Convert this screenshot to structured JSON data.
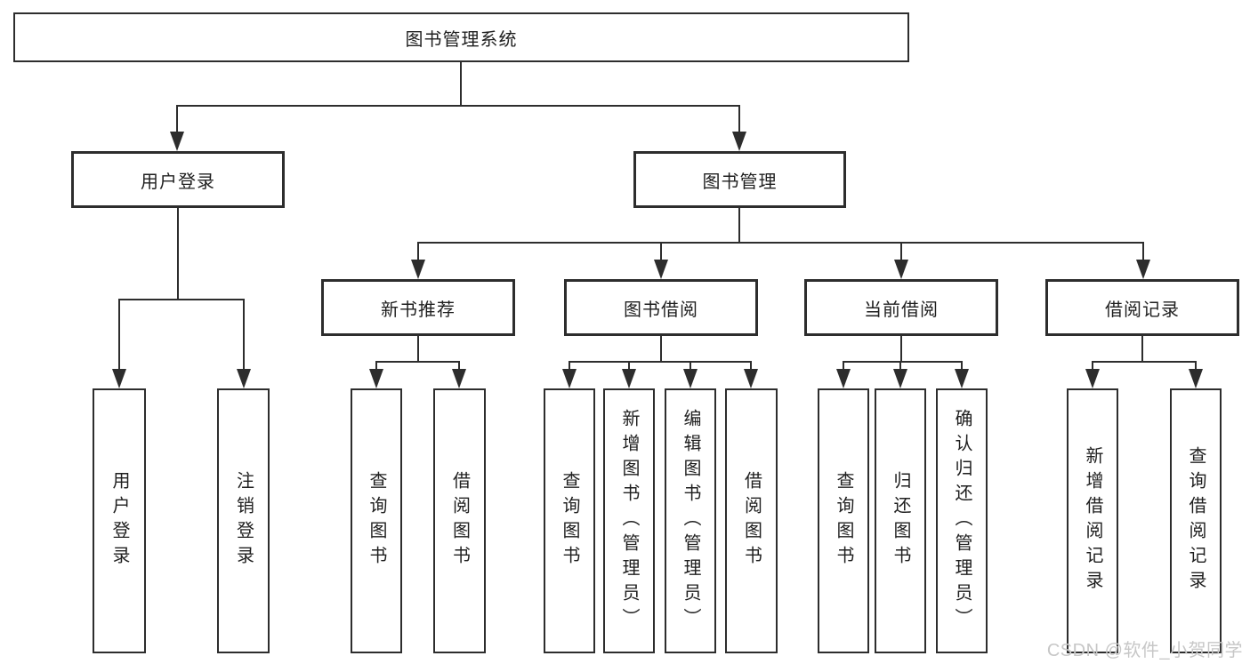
{
  "diagram": {
    "root": {
      "label": "图书管理系统"
    },
    "level2": [
      {
        "label": "用户登录"
      },
      {
        "label": "图书管理"
      }
    ],
    "level3": [
      {
        "label": "新书推荐"
      },
      {
        "label": "图书借阅"
      },
      {
        "label": "当前借阅"
      },
      {
        "label": "借阅记录"
      }
    ],
    "leaves": [
      {
        "label": "用户登录"
      },
      {
        "label": "注销登录"
      },
      {
        "label": "查询图书"
      },
      {
        "label": "借阅图书"
      },
      {
        "label": "查询图书"
      },
      {
        "label": "新增图书（管理员）"
      },
      {
        "label": "编辑图书（管理员）"
      },
      {
        "label": "借阅图书"
      },
      {
        "label": "查询图书"
      },
      {
        "label": "归还图书"
      },
      {
        "label": "确认归还（管理员）"
      },
      {
        "label": "新增借阅记录"
      },
      {
        "label": "查询借阅记录"
      }
    ]
  },
  "watermark": {
    "text": "CSDN @软件_小贺同学"
  },
  "colors": {
    "line": "#2d2d2d",
    "box_border": "#2d2d2d",
    "text": "#1f1f1f",
    "watermark": "#c7c7c7",
    "background": "#ffffff"
  }
}
